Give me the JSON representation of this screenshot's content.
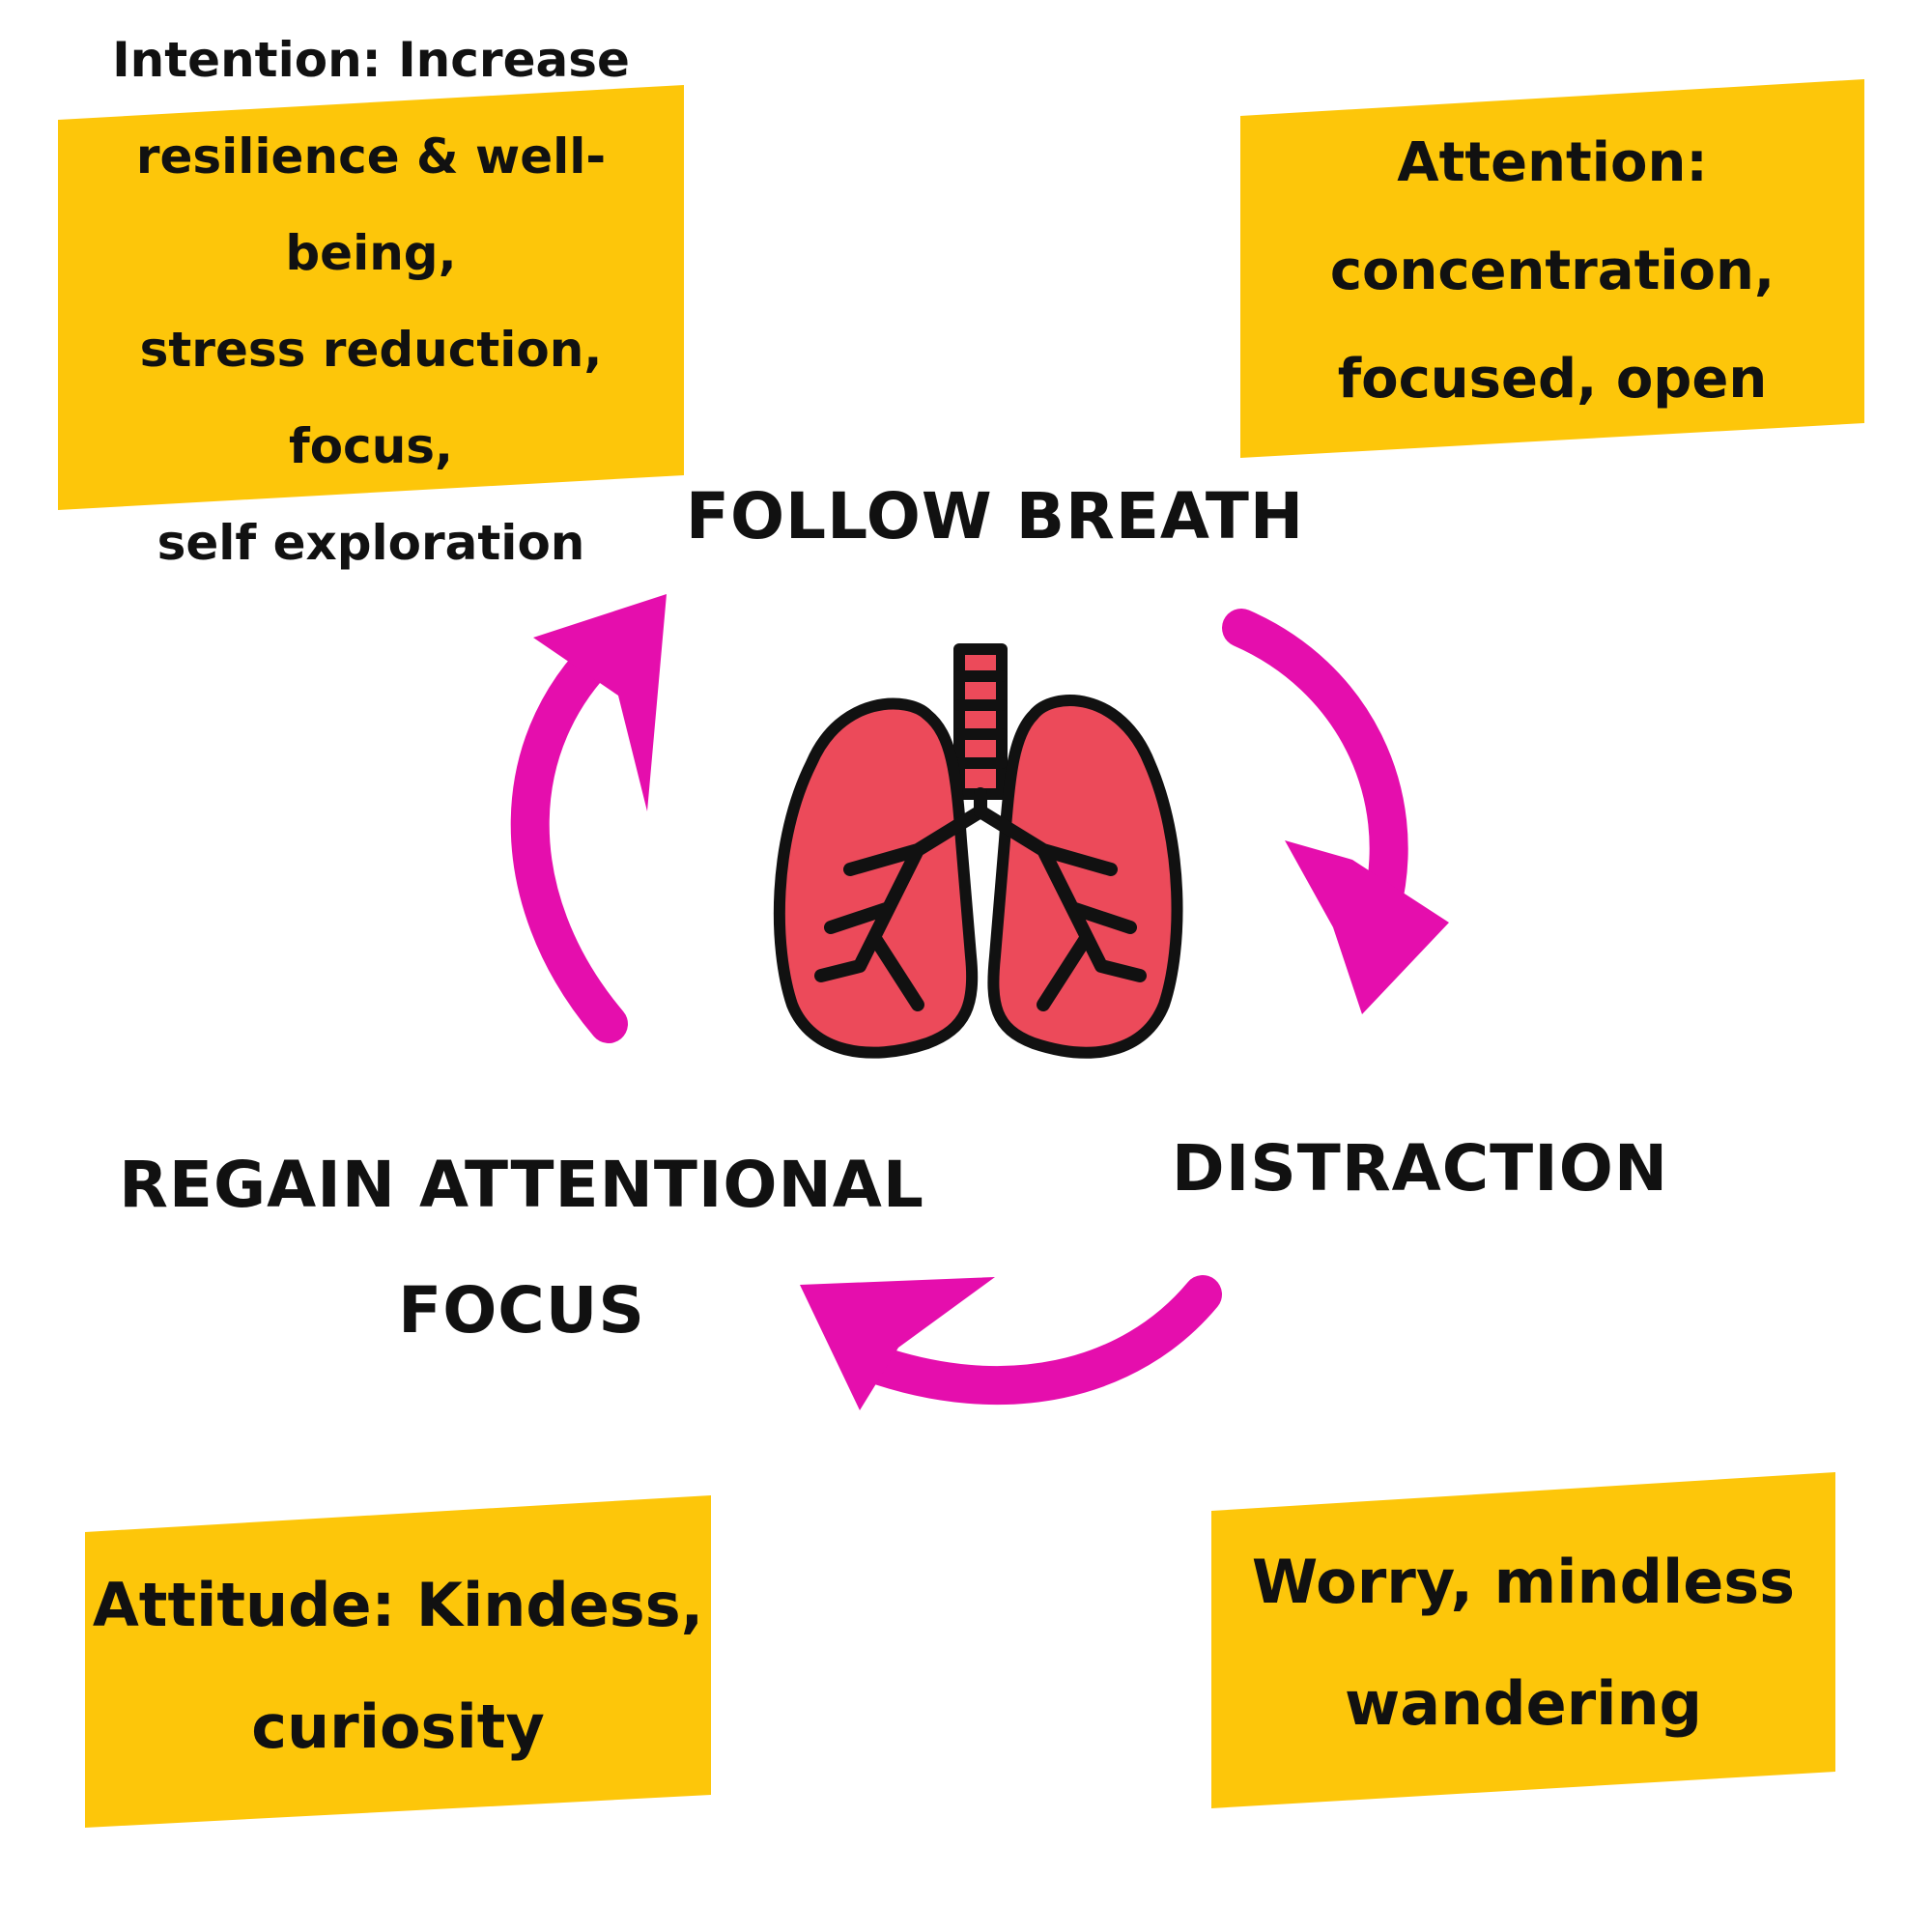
{
  "colors": {
    "note_fill": "#FDC60A",
    "arrow": "#E50EAD",
    "lung_fill": "#EC4A5A",
    "outline": "#111111",
    "background": "#FFFFFF"
  },
  "notes": {
    "intention": {
      "lines": [
        "Intention: Increase",
        "resilience & well-being,",
        "stress reduction, focus,",
        "self exploration"
      ]
    },
    "attention": {
      "lines": [
        "Attention:",
        "concentration,",
        "focused, open"
      ]
    },
    "attitude": {
      "lines": [
        "Attitude: Kindess,",
        "curiosity"
      ]
    },
    "worry": {
      "lines": [
        "Worry, mindless",
        "wandering"
      ]
    }
  },
  "cycle": {
    "follow_breath": "FOLLOW BREATH",
    "distraction": "DISTRACTION",
    "regain_lines": [
      "REGAIN ATTENTIONAL",
      "FOCUS"
    ]
  },
  "icons": {
    "center": "lungs-icon",
    "arrows": [
      "curved-arrow-icon",
      "curved-arrow-icon",
      "curved-arrow-icon"
    ]
  }
}
